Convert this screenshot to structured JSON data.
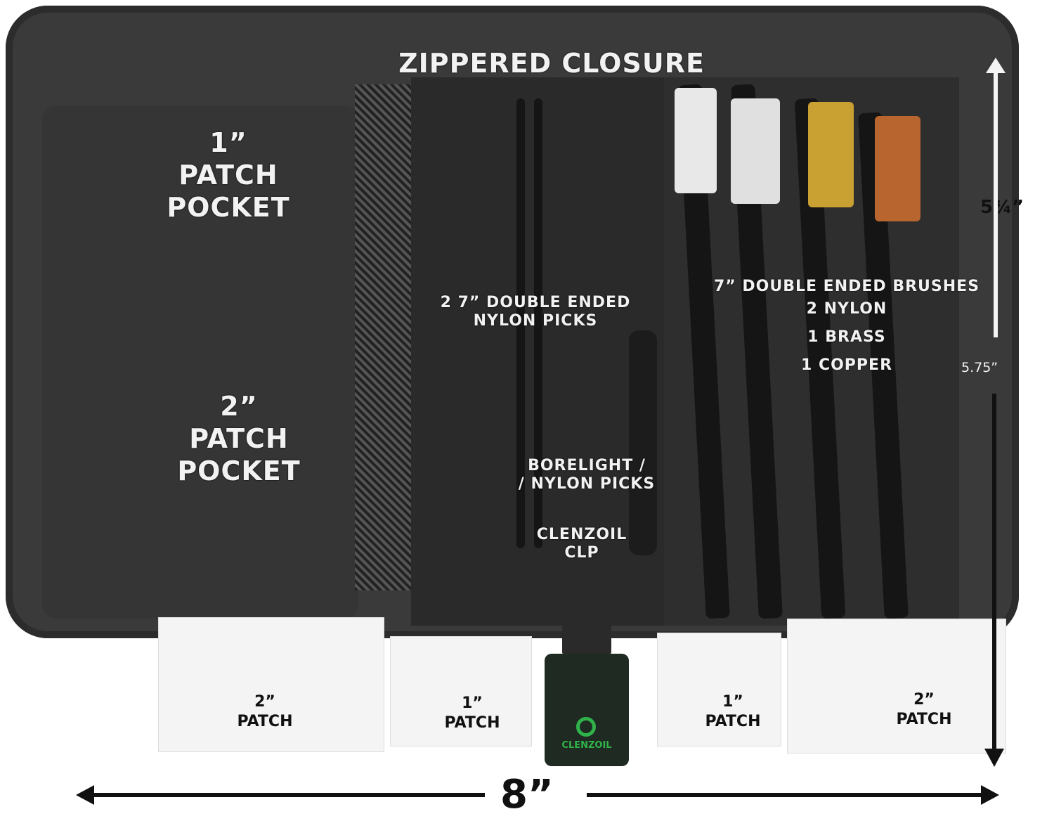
{
  "title": "ZIPPERED CLOSURE",
  "left_pockets": [
    {
      "size": "1”",
      "line1": "PATCH",
      "line2": "POCKET"
    },
    {
      "size": "2”",
      "line1": "PATCH",
      "line2": "POCKET"
    }
  ],
  "picks": {
    "line1": "2 7” DOUBLE ENDED",
    "line2": "NYLON PICKS"
  },
  "brushes": {
    "line1": "7” DOUBLE ENDED BRUSHES",
    "line2": "2 NYLON",
    "line3": "1 BRASS",
    "line4": "1 COPPER"
  },
  "borelight": {
    "line1": "BORELIGHT /",
    "line2": "/ NYLON PICKS"
  },
  "clp": {
    "line1": "CLENZOIL",
    "line2": "CLP"
  },
  "bottle_brand": "CLENZOIL",
  "patches": [
    {
      "size": "2”",
      "label": "PATCH"
    },
    {
      "size": "1”",
      "label": "PATCH"
    },
    {
      "size": "1”",
      "label": "PATCH"
    },
    {
      "size": "2”",
      "label": "PATCH"
    }
  ],
  "dimensions": {
    "height_fraction": "5¾”",
    "height_decimal": "5.75”",
    "width": "8”"
  },
  "colors": {
    "case": "#3a3a3a",
    "brass": "#c9a032",
    "copper": "#b8652f",
    "nylon": "#e8e8e8",
    "clenzoil_green": "#2fb34a"
  }
}
